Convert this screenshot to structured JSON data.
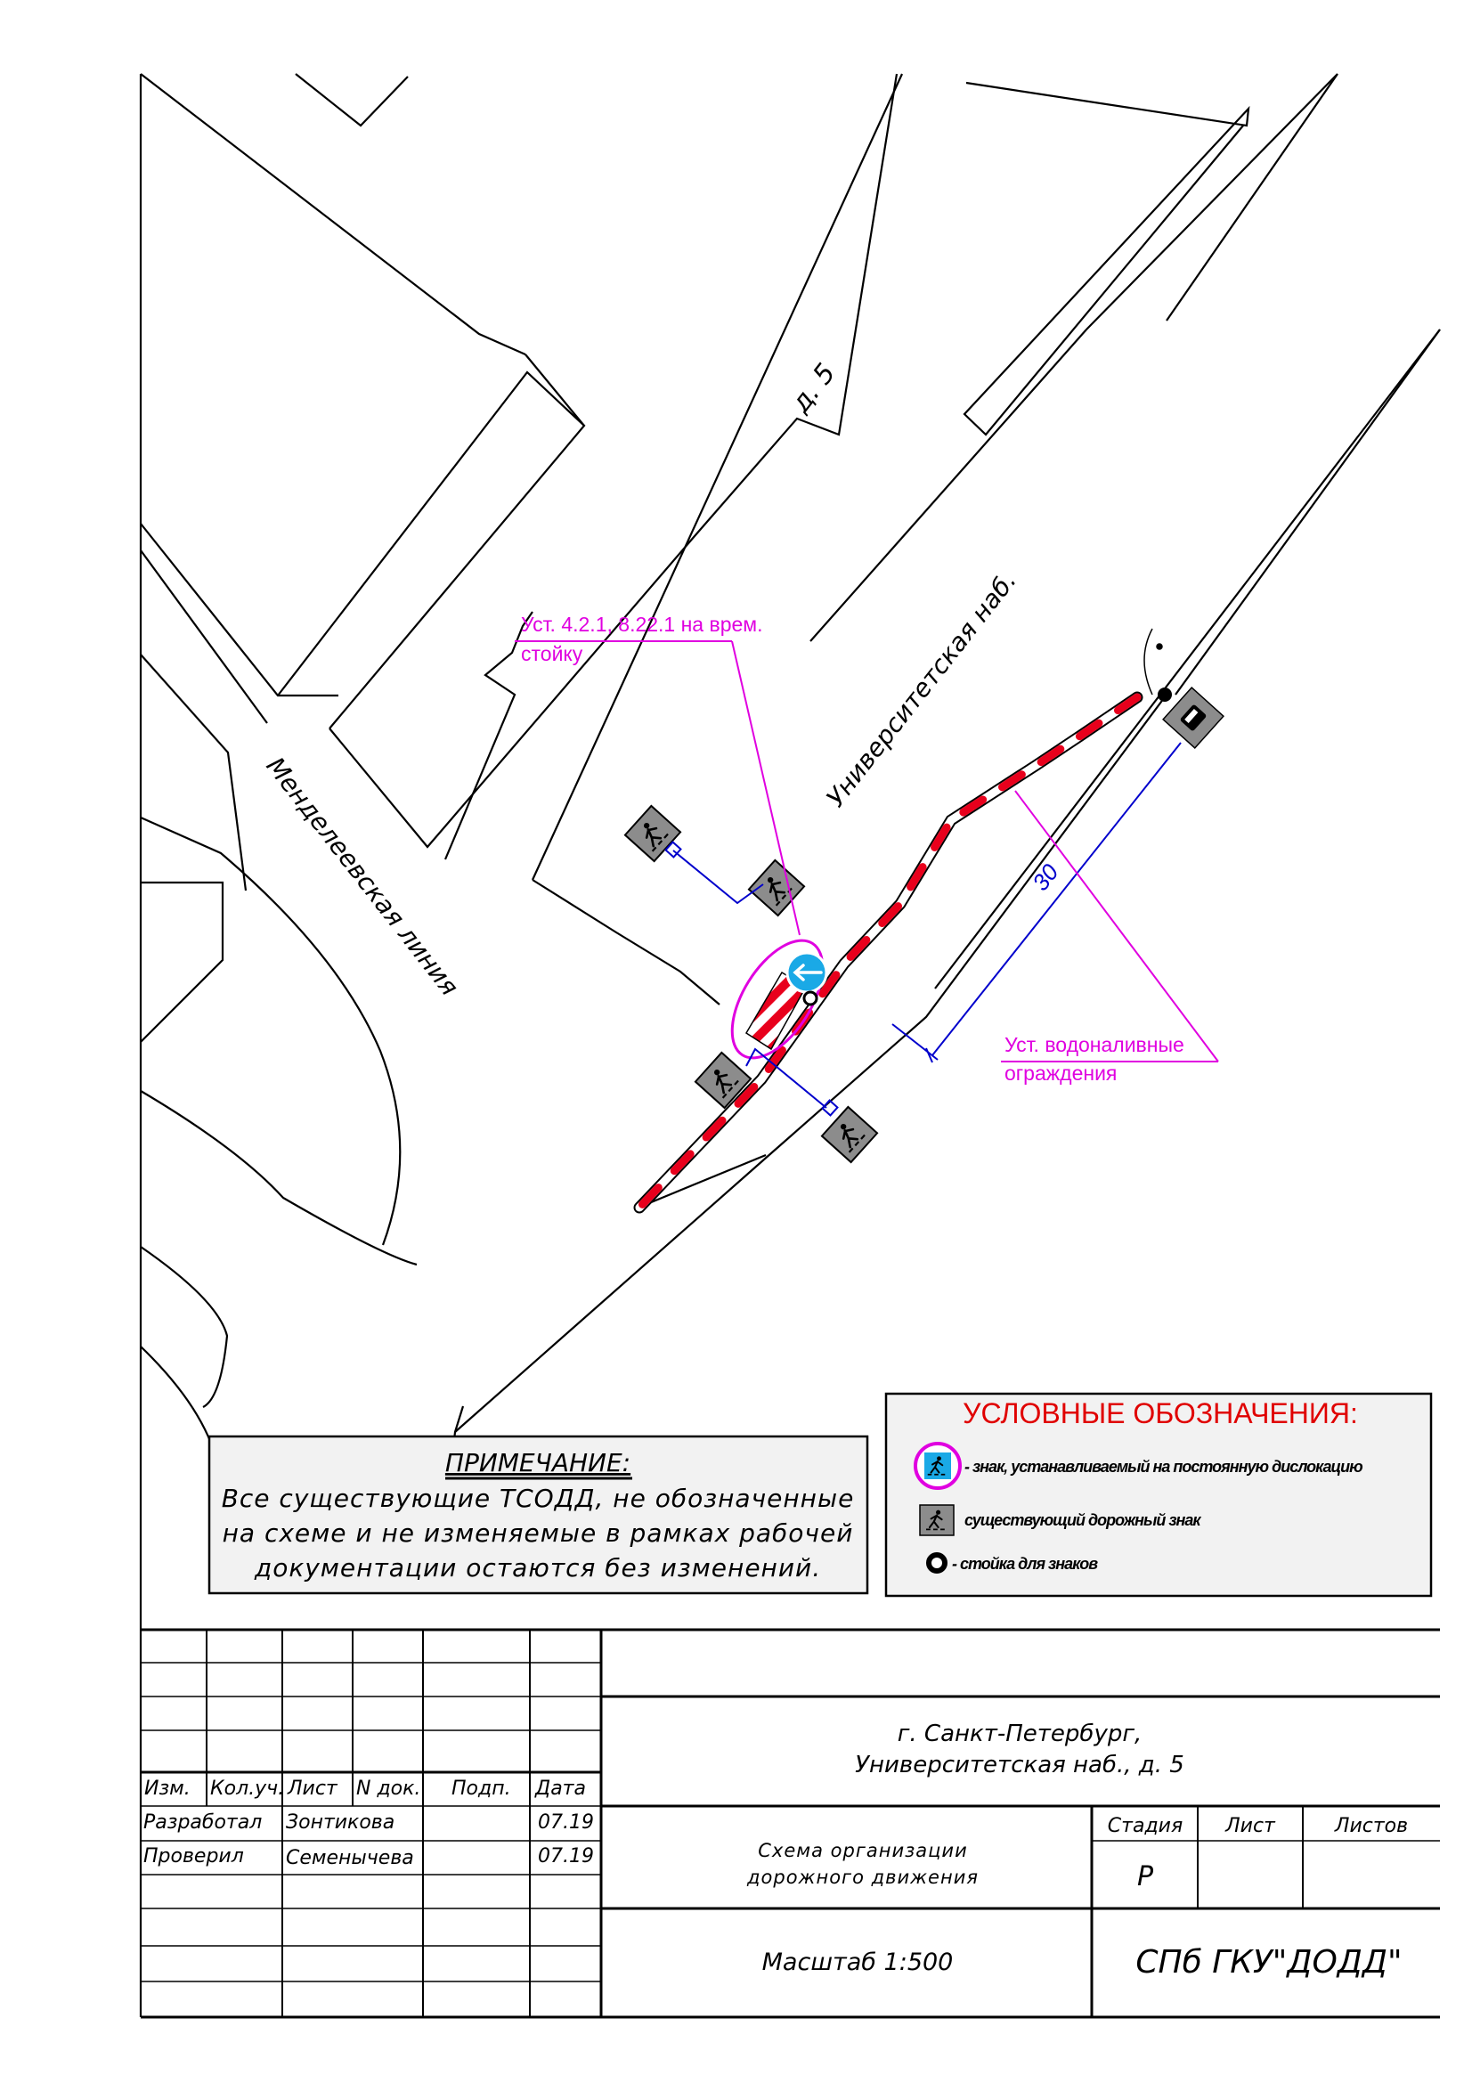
{
  "map": {
    "building_label": "д. 5",
    "street_university": "Университетская наб.",
    "street_mendeleev": "Менделеевская линия",
    "callout_signs_line1": "Уст. 4.2.1, 8.22.1 на врем.",
    "callout_signs_line2": "стойку",
    "callout_barrier_line1": "Уст. водоналивные",
    "callout_barrier_line2": "ограждения",
    "dimension_value": "30"
  },
  "note": {
    "title": "ПРИМЕЧАНИЕ:",
    "line1": "Все существующие ТСОДД, не обозначенные",
    "line2": "на схеме и не изменяемые в рамках рабочей",
    "line3": "документации остаются без изменений."
  },
  "legend": {
    "title": "УСЛОВНЫЕ ОБОЗНАЧЕНИЯ:",
    "item_new_sign": "- знак, устанавливаемый на постоянную дислокацию",
    "item_existing_sign": "существующий дорожный знак",
    "item_post": "- стойка для знаков"
  },
  "title_block": {
    "headers": {
      "izm": "Изм.",
      "kol": "Кол.уч.",
      "list": "Лист",
      "ndok": "N док.",
      "podp": "Подп.",
      "data": "Дата"
    },
    "row_dev": {
      "role": "Разработал",
      "name": "Зонтикова",
      "date": "07.19"
    },
    "row_chk": {
      "role": "Проверил",
      "name": "Семенычева",
      "date": "07.19"
    },
    "address_line1": "г. Санкт-Петербург,",
    "address_line2": "Университетская наб., д. 5",
    "drawing_title_line1": "Схема организации",
    "drawing_title_line2": "дорожного движения",
    "stage_header": "Стадия",
    "sheet_header": "Лист",
    "sheets_header": "Листов",
    "stage_value": "Р",
    "scale": "Масштаб 1:500",
    "organization": "СПб ГКУ\"ДОДД\""
  },
  "colors": {
    "callout": "#e000e0",
    "dimension": "#0000cc",
    "barrier_red": "#e8001c",
    "sign_blue": "#1aa9e6",
    "sign_gray": "#8c8c8c",
    "legend_title": "#e00000",
    "note_bg": "#f2f2f2",
    "legend_bg": "#f2f2f2"
  },
  "icons": {
    "existing_sign": "pedestrian-crossing-icon",
    "new_sign": "keep-left-arrow-icon",
    "post": "sign-post-icon",
    "bus_sign": "bus-stop-icon"
  }
}
